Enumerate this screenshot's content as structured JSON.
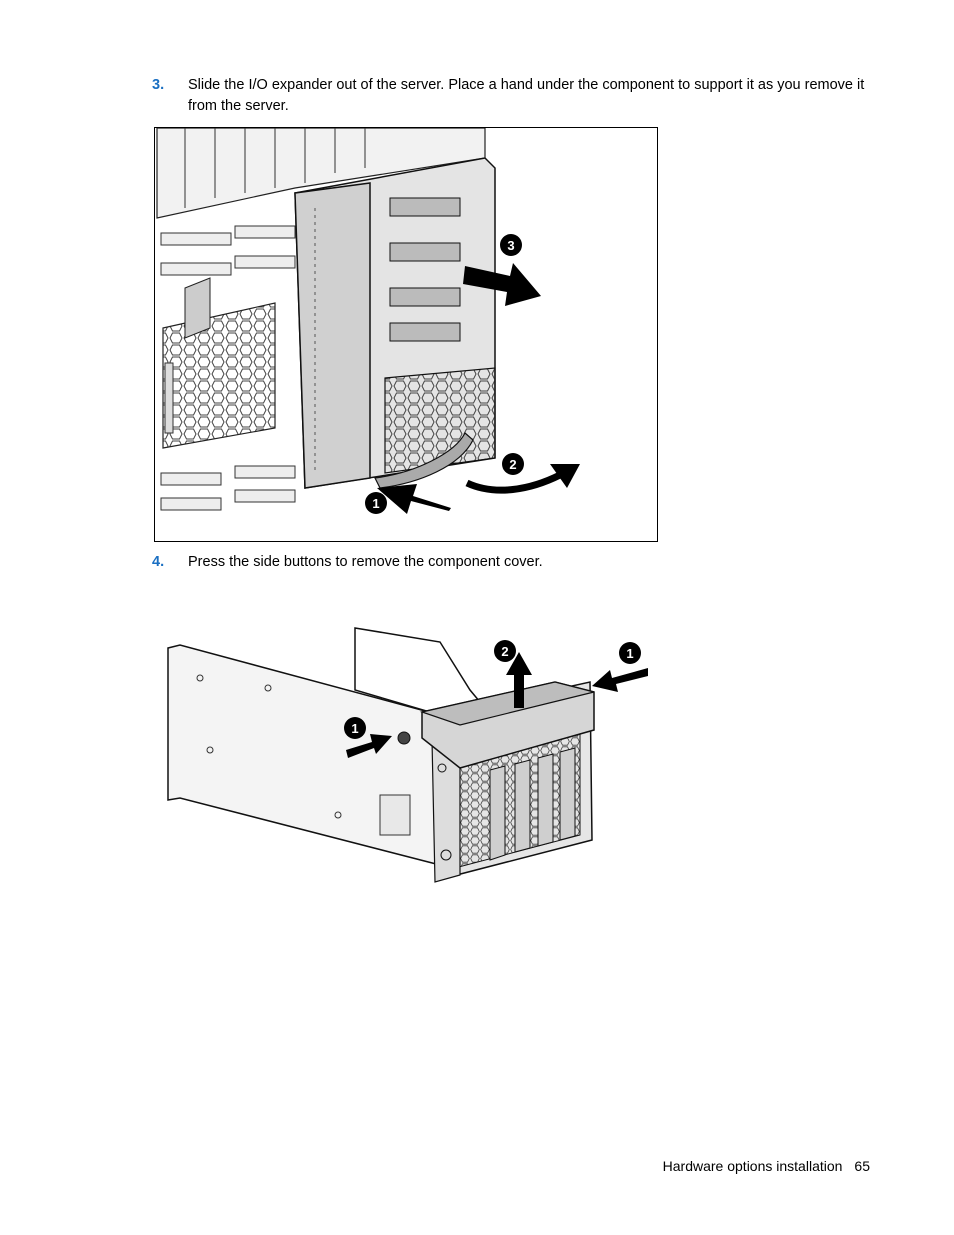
{
  "steps": [
    {
      "number": "3.",
      "text": "Slide the I/O expander out of the server. Place a hand under the component to support it as you remove it from the server."
    },
    {
      "number": "4.",
      "text": "Press the side buttons to remove the component cover."
    }
  ],
  "figure1": {
    "callouts": [
      "1",
      "2",
      "3"
    ]
  },
  "figure2": {
    "callouts": [
      "1",
      "1",
      "2"
    ]
  },
  "footer": {
    "section": "Hardware options installation",
    "page": "65"
  },
  "colors": {
    "step_number": "#1a6fc2",
    "callout_fill": "#000000",
    "callout_text": "#ffffff"
  }
}
